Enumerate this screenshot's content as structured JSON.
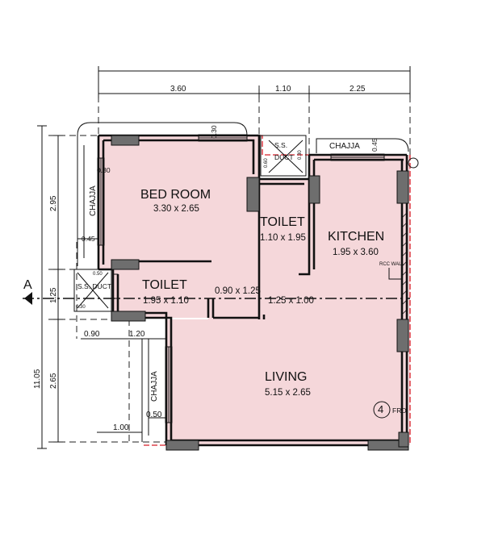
{
  "rooms": {
    "bedroom": {
      "name": "BED ROOM",
      "size": "3.30 x 2.65"
    },
    "toilet_upper": {
      "name": "TOILET",
      "size": "1.10 x 1.95"
    },
    "kitchen": {
      "name": "KITCHEN",
      "size": "1.95 x 3.60"
    },
    "toilet_lower": {
      "name": "TOILET",
      "size": "1.95 x 1.10"
    },
    "living": {
      "name": "LIVING",
      "size": "5.15 x 2.65"
    }
  },
  "labels": {
    "passage_size": "0.90 x 1.25",
    "passage_size_2": "1.25 x 1.00",
    "chajja_top": "CHAJJA",
    "chajja_bedroom": "CHAJJA",
    "chajja_living": "CHAJJA",
    "ss_duct_top": "S.S.",
    "ss_duct_top_2": "DUCT",
    "ss_duct_left": "S.S. DUCT",
    "rcc_wall": "RCC WALL",
    "flat_number": "4",
    "flat_suffix": "FRD",
    "section_marker": "A"
  },
  "dimensions": {
    "top": [
      "3.60",
      "1.10",
      "2.25"
    ],
    "left_inner": [
      "2.95",
      "1.25",
      "2.65"
    ],
    "left_total": "11.05",
    "misc": {
      "d030_top": "0.30",
      "d030_bed": "0.30",
      "d045_bed": "0.45",
      "d060_duct": "0.60",
      "d030_duct": "0.30",
      "d045_kitchen": "0.45",
      "d050_duct": "0.50",
      "d030_duct_left": "0.30",
      "d090": "0.90",
      "d120": "1.20",
      "d050_living": "0.50",
      "d100": "1.00"
    }
  },
  "colors": {
    "room_fill": "#f5d7da",
    "red_boundary": "#d81e28",
    "column": "#6e6e6e"
  }
}
